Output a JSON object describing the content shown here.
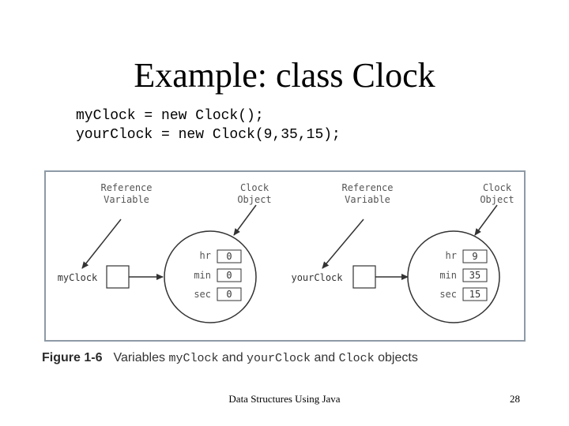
{
  "slide": {
    "title": "Example: class Clock",
    "code_line_1": "myClock = new Clock();",
    "code_line_2": "yourClock = new Clock(9,35,15);"
  },
  "figure": {
    "left_panel": {
      "ref_label_line1": "Reference",
      "ref_label_line2": "Variable",
      "obj_label_line1": "Clock",
      "obj_label_line2": "Object",
      "variable_name": "myClock",
      "fields": [
        {
          "name": "hr",
          "value": "0"
        },
        {
          "name": "min",
          "value": "0"
        },
        {
          "name": "sec",
          "value": "0"
        }
      ]
    },
    "right_panel": {
      "ref_label_line1": "Reference",
      "ref_label_line2": "Variable",
      "obj_label_line1": "Clock",
      "obj_label_line2": "Object",
      "variable_name": "yourClock",
      "fields": [
        {
          "name": "hr",
          "value": "9"
        },
        {
          "name": "min",
          "value": "35"
        },
        {
          "name": "sec",
          "value": "15"
        }
      ]
    },
    "caption": {
      "label": "Figure 1-6",
      "text_1": "Variables ",
      "mono_1": "myClock",
      "text_2": " and ",
      "mono_2": "yourClock",
      "text_3": " and ",
      "mono_3": "Clock",
      "text_4": " objects"
    }
  },
  "footer": {
    "title": "Data Structures Using Java",
    "page": "28"
  },
  "colors": {
    "border": "#8e9aa6",
    "line": "#333333"
  }
}
